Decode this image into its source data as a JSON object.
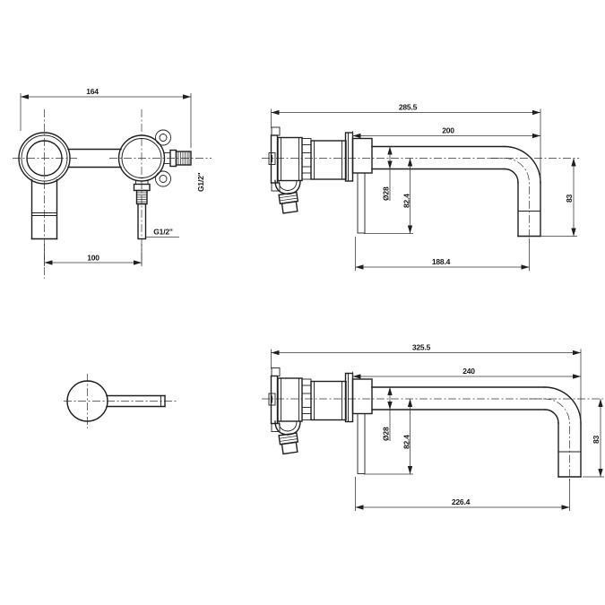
{
  "drawing": {
    "background": "#ffffff",
    "line_color": "#1f1f1f",
    "views": {
      "front": {
        "dim_width": "164",
        "dim_centers": "100",
        "thread_side": "G1/2\"",
        "thread_bottom": "G1/2\""
      },
      "side_short": {
        "dim_total": "285.5",
        "dim_reach": "200",
        "dim_diameter": "Ø28",
        "dim_drop": "82.4",
        "dim_tip": "188.4",
        "dim_height": "83"
      },
      "side_long": {
        "dim_total": "325.5",
        "dim_reach": "240",
        "dim_diameter": "Ø28",
        "dim_drop": "82.4",
        "dim_tip": "226.4",
        "dim_height": "83"
      }
    }
  }
}
